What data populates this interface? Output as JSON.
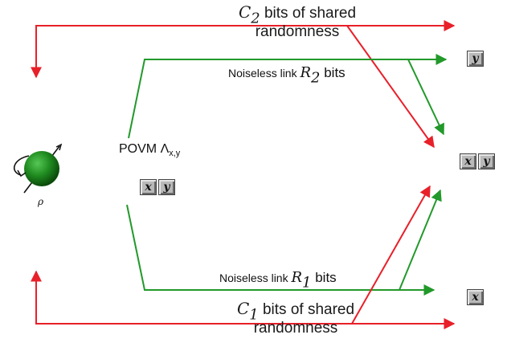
{
  "top": {
    "randomness_symbol": "C",
    "randomness_sub": "2",
    "randomness_line1": " bits of shared",
    "randomness_line2": "randomness",
    "link_prefix": "Noiseless link ",
    "link_symbol": "R",
    "link_sub": "2",
    "link_suffix": " bits"
  },
  "bottom": {
    "randomness_symbol": "C",
    "randomness_sub": "1",
    "randomness_line1": " bits of shared",
    "randomness_line2": "randomness",
    "link_prefix": "Noiseless link ",
    "link_symbol": "R",
    "link_sub": "1",
    "link_suffix": " bits"
  },
  "source": {
    "povm_label": "POVM Λ",
    "povm_sub": "x,y",
    "state_label": "ρ",
    "outcomes": [
      "x",
      "y"
    ]
  },
  "outputs": {
    "top": [
      "y"
    ],
    "middle": [
      "x",
      "y"
    ],
    "bottom": [
      "x"
    ]
  },
  "colors": {
    "randomness_arrow": "#e8202a",
    "link_arrow": "#22992a",
    "sphere": "#1f8a1f",
    "box_fill": "#b9b9b9"
  }
}
